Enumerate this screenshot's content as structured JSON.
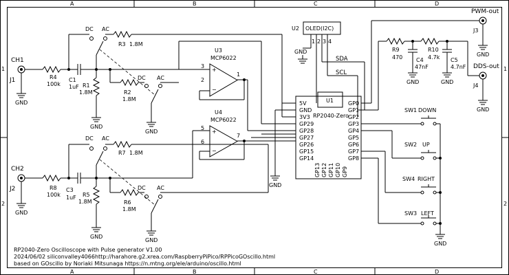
{
  "frame": {
    "cols": [
      "A",
      "B",
      "C",
      "D"
    ],
    "rows": [
      "1",
      "2"
    ]
  },
  "ch1": {
    "input_label": "CH1",
    "jack": "J1",
    "gnd": "GND",
    "r_in_ref": "R4",
    "r_in_val": "100k",
    "cap_ref": "C1",
    "cap_val": "1uF",
    "r_bias_ref": "R1",
    "r_bias_val": "1.8M",
    "gnd2": "GND",
    "sw_dc": "DC",
    "sw_ac": "AC",
    "r_fb_ref": "R3",
    "r_fb_val": "1.8M",
    "r_div_ref": "R2",
    "r_div_val": "1.8M",
    "sw2_dc": "DC",
    "sw2_ac": "AC",
    "gnd3": "GND",
    "opamp_ref": "U3",
    "opamp_part": "MCP6022",
    "pin_plus": "3",
    "pin_minus": "2",
    "pin_out": "1"
  },
  "ch2": {
    "input_label": "CH2",
    "jack": "J2",
    "gnd": "GND",
    "r_in_ref": "R8",
    "r_in_val": "100k",
    "cap_ref": "C3",
    "cap_val": "1uF",
    "r_bias_ref": "R5",
    "r_bias_val": "1.8M",
    "gnd2": "GND",
    "sw_dc": "DC",
    "sw_ac": "AC",
    "r_fb_ref": "R7",
    "r_fb_val": "1.8M",
    "r_div_ref": "R6",
    "r_div_val": "1.8M",
    "sw2_dc": "DC",
    "sw2_ac": "AC",
    "gnd3": "GND",
    "opamp_ref": "U4",
    "opamp_part": "MCP6022",
    "pin_plus": "5",
    "pin_minus": "6",
    "pin_out": "7"
  },
  "oled": {
    "ref": "U2",
    "name": "OLED(I2C)",
    "pins": [
      "1",
      "2",
      "3",
      "4"
    ],
    "gnd": "GND",
    "sda": "SDA",
    "scl": "SCL"
  },
  "mcu": {
    "ref": "U1",
    "name": "RP2040-Zero",
    "left_pins": [
      "5V",
      "GND",
      "3V3",
      "GP29",
      "GP28",
      "GP27",
      "GP26",
      "GP15",
      "GP14"
    ],
    "right_pins": [
      "GP0",
      "GP1",
      "GP2",
      "GP3",
      "GP4",
      "GP5",
      "GP6",
      "GP7",
      "GP8"
    ],
    "bottom_pins": [
      "GP13",
      "GP12",
      "GP11",
      "GP10",
      "GP9"
    ],
    "gnd": "GND"
  },
  "filter": {
    "r9_ref": "R9",
    "r9_val": "470",
    "r10_ref": "R10",
    "r10_val": "4.7k",
    "c4_ref": "C4",
    "c4_val": "47nF",
    "c5_ref": "C5",
    "c5_val": "4.7nF",
    "gnd_a": "GND",
    "gnd_b": "GND"
  },
  "outputs": {
    "pwm_label": "PWM-out",
    "pwm_jack": "J3",
    "pwm_gnd": "GND",
    "dds_label": "DDS-out",
    "dds_jack": "J4",
    "dds_gnd": "GND"
  },
  "switches": {
    "sw1_ref": "SW1",
    "sw1_name": "DOWN",
    "sw2_ref": "SW2",
    "sw2_name": "UP",
    "sw4_ref": "SW4",
    "sw4_name": "RIGHT",
    "sw3_ref": "SW3",
    "sw3_name": "LEFT",
    "gnd": "GND"
  },
  "footer": {
    "line1": "RP2040-Zero Oscilloscope with Pulse generator V1.00",
    "line2": "2024/06/02 siliconvalley4066http://harahore.g2.xrea.com/RaspberryPiPico/RPPicoGOscillo.html",
    "line3": "based on GOscillo by Noriaki Mitsunaga https://n.mtng.org/ele/arduino/oscillo.html"
  }
}
